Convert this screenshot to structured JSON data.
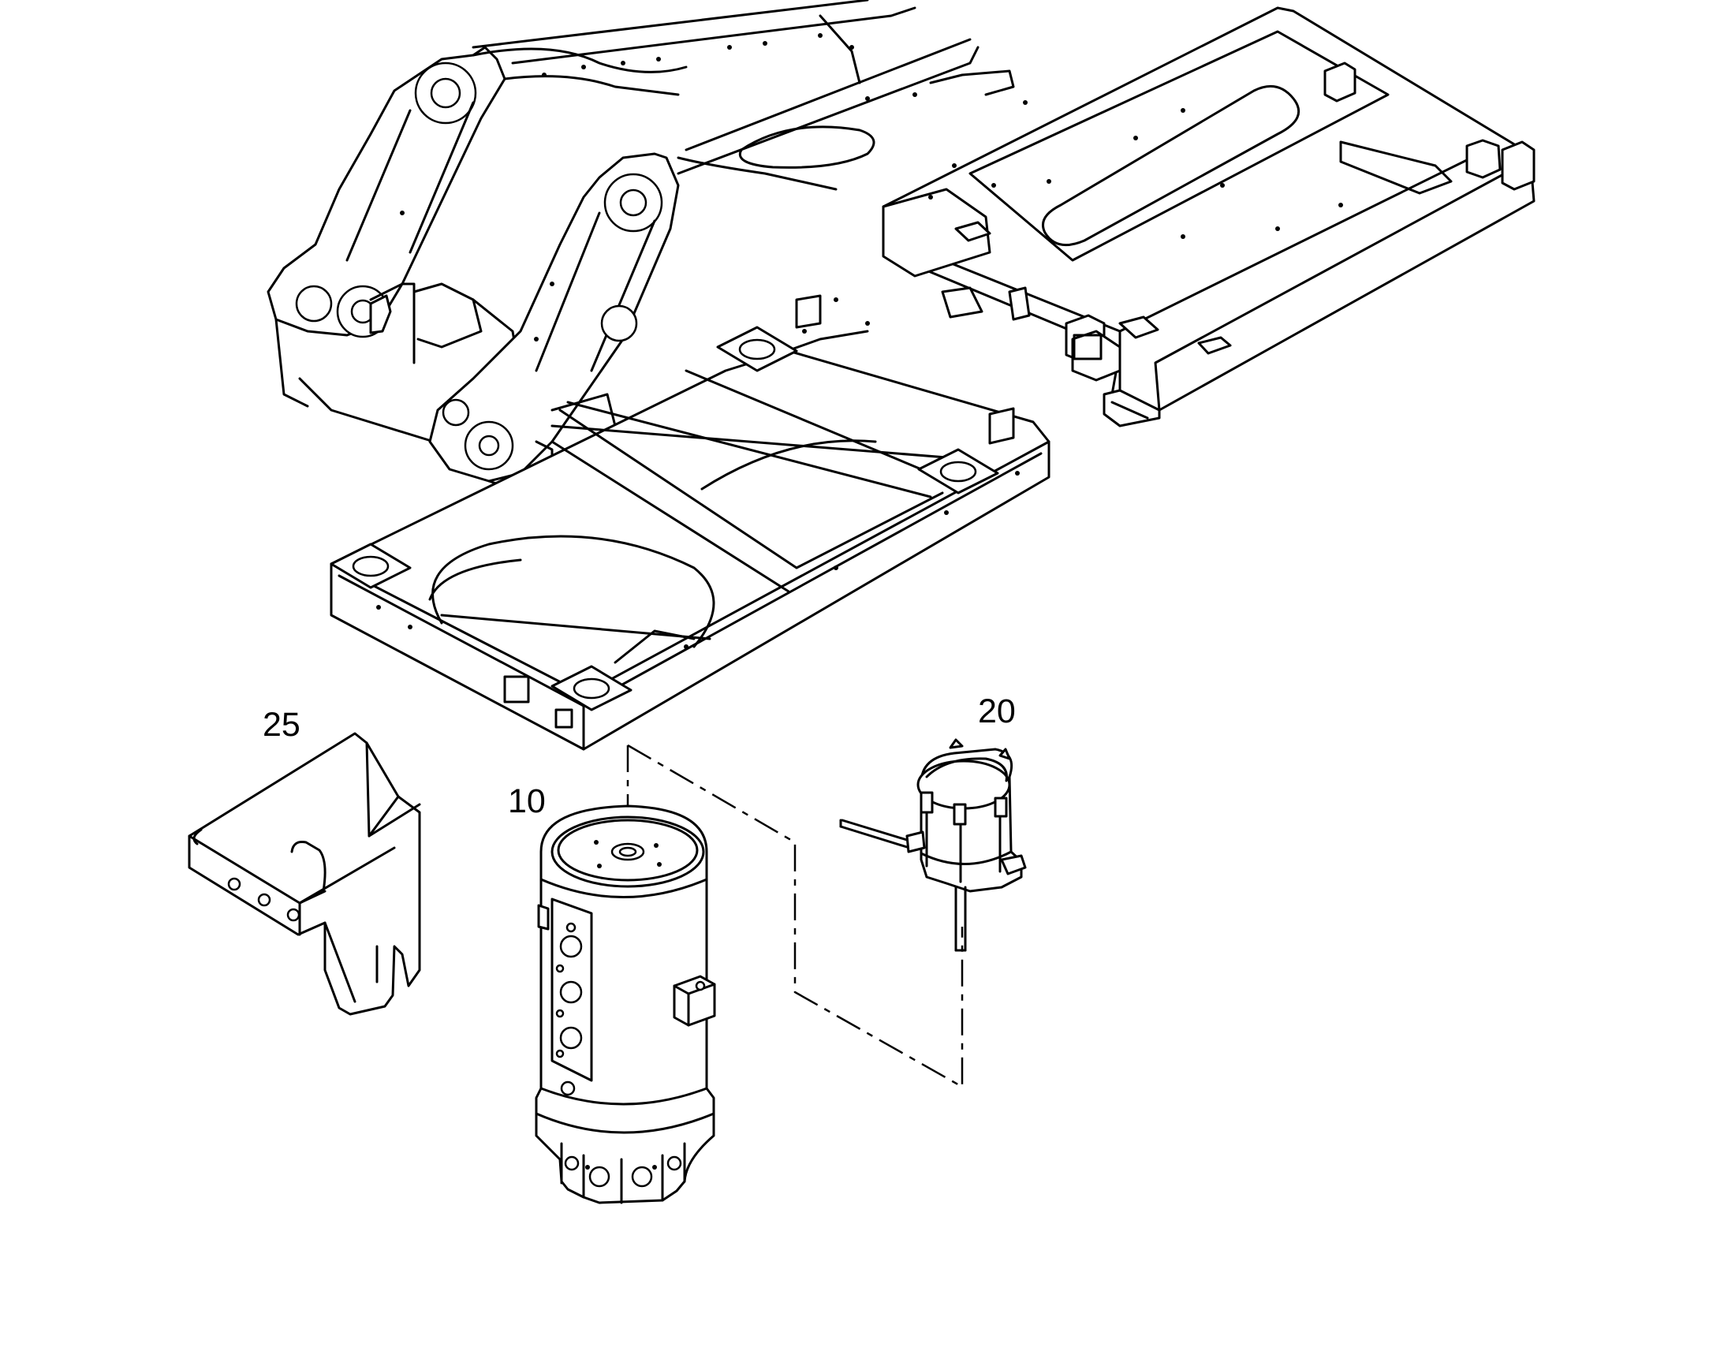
{
  "callouts": {
    "c25": "25",
    "c10": "10",
    "c20": "20"
  },
  "parts": [
    {
      "number": "10",
      "component": "swivel-joint-icon"
    },
    {
      "number": "20",
      "component": "rotary-sensor-icon"
    },
    {
      "number": "25",
      "component": "bracket-icon"
    }
  ],
  "colors": {
    "line": "#000000",
    "background": "#ffffff"
  }
}
